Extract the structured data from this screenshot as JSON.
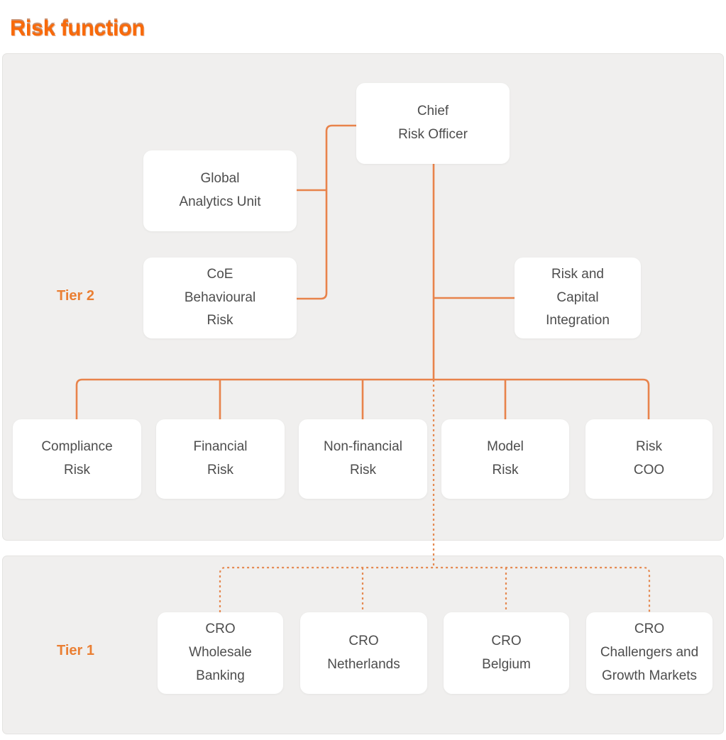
{
  "page": {
    "title": "Risk function"
  },
  "colors": {
    "title_orange": "#f96a0a",
    "connector_orange": "#e8834b",
    "tier_label_orange": "#ea7f33",
    "panel_background": "#f0efee",
    "node_background": "#ffffff",
    "node_text": "#4d4d4d"
  },
  "org": {
    "tier2_label": "Tier 2",
    "tier1_label": "Tier 1",
    "nodes": {
      "chief_risk_officer": "Chief\nRisk Officer",
      "global_analytics_unit": "Global\nAnalytics Unit",
      "coe_behavioural_risk": "CoE\nBehavioural\nRisk",
      "risk_capital_integration": "Risk and\nCapital\nIntegration",
      "compliance_risk": "Compliance\nRisk",
      "financial_risk": "Financial\nRisk",
      "non_financial_risk": "Non-financial\nRisk",
      "model_risk": "Model\nRisk",
      "risk_coo": "Risk\nCOO",
      "cro_wholesale_banking": "CRO\nWholesale\nBanking",
      "cro_netherlands": "CRO\nNetherlands",
      "cro_belgium": "CRO\nBelgium",
      "cro_challengers_growth_markets": "CRO\nChallengers and\nGrowth Markets"
    },
    "edges": {
      "solid_reports_to_chief_risk_officer": [
        "global_analytics_unit",
        "coe_behavioural_risk",
        "risk_capital_integration",
        "compliance_risk",
        "financial_risk",
        "non_financial_risk",
        "model_risk",
        "risk_coo"
      ],
      "dashed_reports_to_chief_risk_officer": [
        "cro_wholesale_banking",
        "cro_netherlands",
        "cro_belgium",
        "cro_challengers_growth_markets"
      ]
    }
  }
}
